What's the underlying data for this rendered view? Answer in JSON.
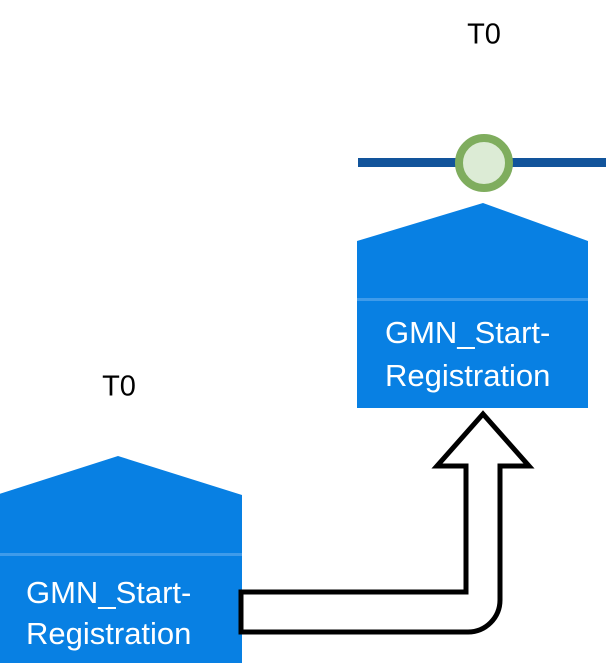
{
  "diagram": {
    "type": "process-instance-flow",
    "background_color": "#ffffff",
    "colors": {
      "node_fill": "#0880e3",
      "node_divider": "#3f9bea",
      "node_text": "#ffffff",
      "timeline_line": "#12549b",
      "event_ring": "#7fad5e",
      "event_fill": "#dcebd5",
      "arrow_stroke": "#000000",
      "arrow_fill": "#ffffff",
      "time_label_text": "#000000"
    },
    "timeline": {
      "name": "timeline-rule",
      "label": "T0"
    },
    "event_marker": {
      "name": "start-event-circle",
      "shape": "circle"
    },
    "nodes": [
      {
        "id": "upper",
        "name": "activity-node-upper",
        "time_label": "T0",
        "label_line_1": "GMN_Start-",
        "label_line_2": "Registration",
        "full_label": "GMN_Start-Registration",
        "shape": "pentagon-home"
      },
      {
        "id": "lower",
        "name": "activity-node-lower",
        "time_label": "T0",
        "label_line_1": "GMN_Start-",
        "label_line_2": "Registration",
        "full_label": "GMN_Start-Registration",
        "shape": "pentagon-home"
      }
    ],
    "connector": {
      "name": "flow-arrow",
      "from": "lower",
      "to": "upper",
      "style": "hollow-block-arrow",
      "direction": "up"
    }
  }
}
